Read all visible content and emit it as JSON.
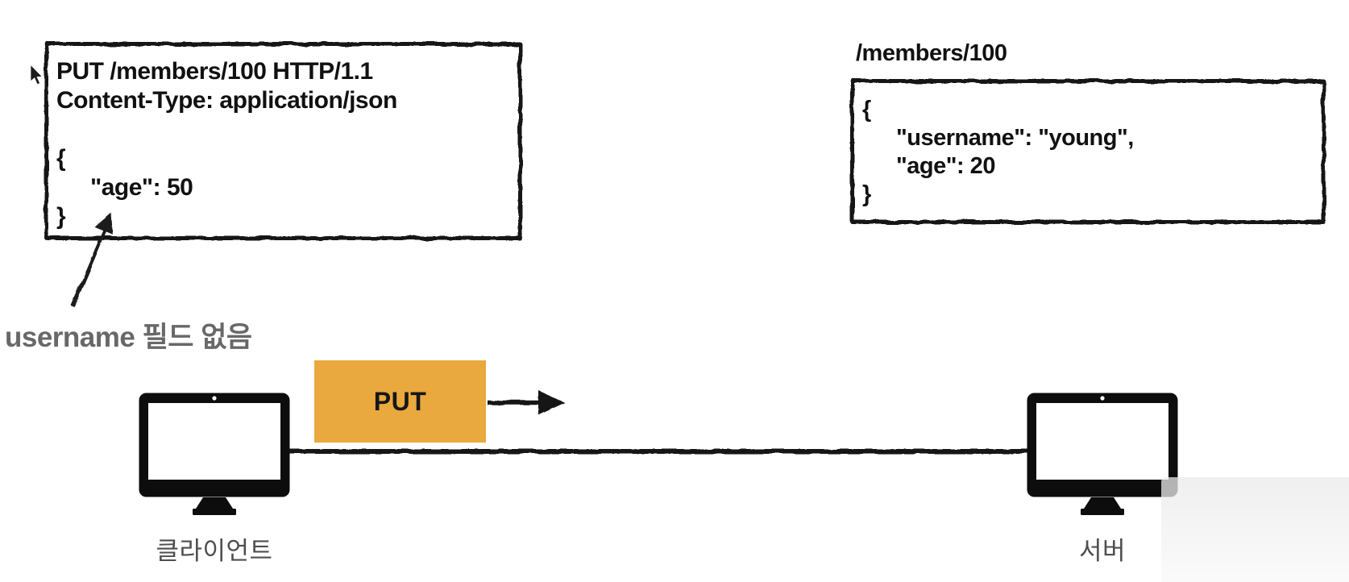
{
  "http_request_box": {
    "request_line": "PUT /members/100 HTTP/1.1",
    "content_type_line": "Content-Type: application/json",
    "blank_line": " ",
    "brace_open": "{",
    "body_field_age": "\"age\": 50",
    "brace_close": "}"
  },
  "annotation": {
    "text": "username 필드 없음"
  },
  "server_resource_box": {
    "path_title": "/members/100",
    "brace_open": "{",
    "field_username": "\"username\": \"young\",",
    "field_age": "\"age\": 20",
    "brace_close": "}"
  },
  "transfer": {
    "method": "PUT"
  },
  "nodes": {
    "client_label": "클라이언트",
    "server_label": "서버"
  },
  "colors": {
    "method_box_bg": "#E9A93E",
    "ink": "#161616",
    "annotation_gray": "#686868",
    "node_label_gray": "#4E4E4E"
  },
  "icons": {
    "client": "monitor-icon",
    "server": "monitor-icon",
    "pointer": "mouse-cursor-icon",
    "transfer_arrow": "right-arrow-icon",
    "callout_arrow": "diagonal-arrow-icon"
  }
}
